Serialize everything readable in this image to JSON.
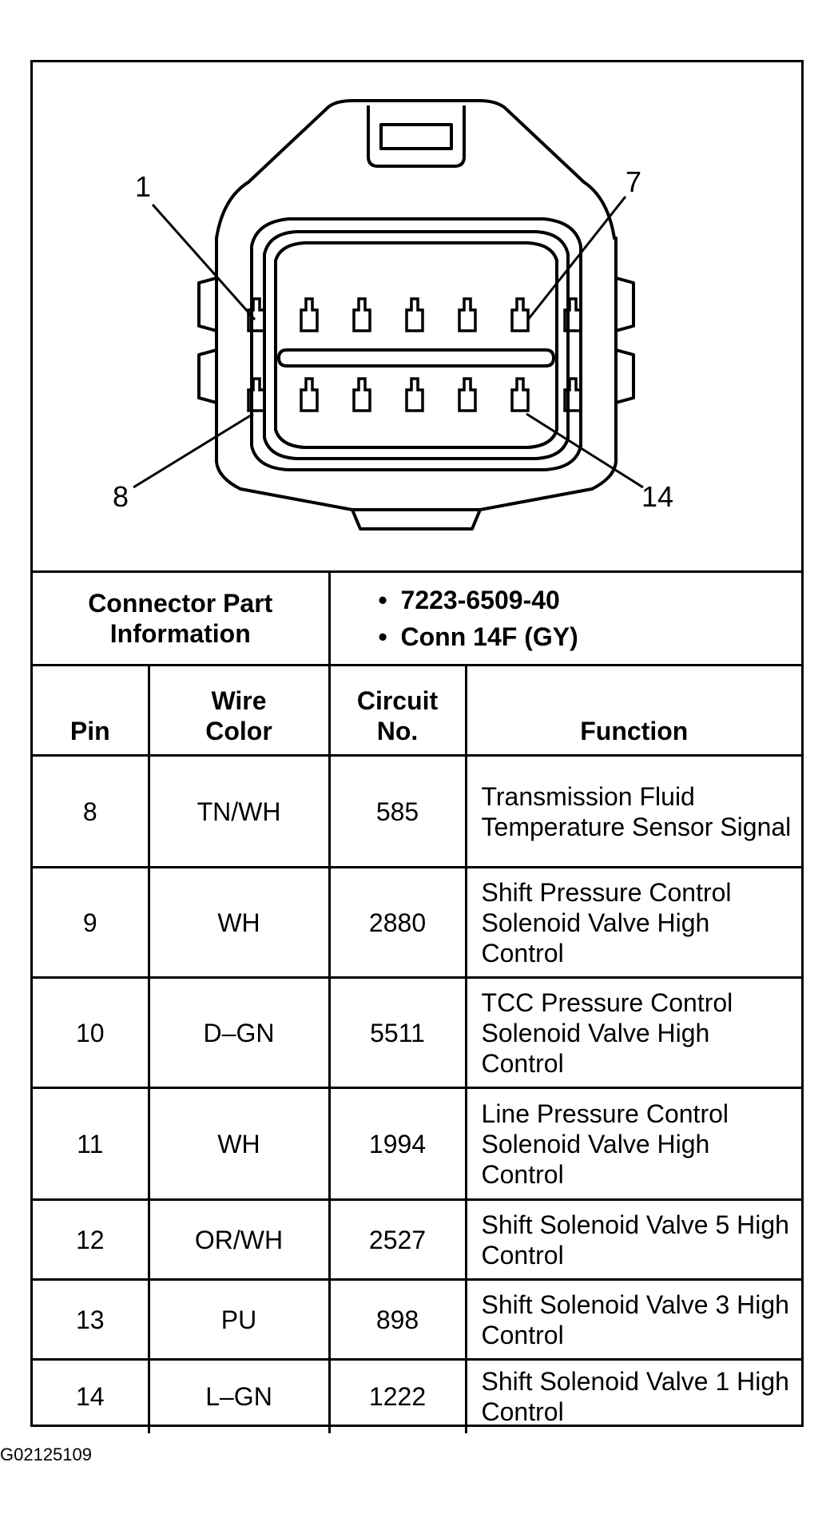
{
  "connector": {
    "callouts": {
      "top_left": "1",
      "top_right": "7",
      "bottom_left": "8",
      "bottom_right": "14"
    },
    "top_row_pin_count": 7,
    "bottom_row_pin_count": 7
  },
  "part_info": {
    "label": "Connector Part Information",
    "items": [
      "7223-6509-40",
      "Conn 14F (GY)"
    ]
  },
  "columns": {
    "pin": "Pin",
    "wire_color": "Wire Color",
    "circuit_no": "Circuit No.",
    "function": "Function"
  },
  "rows": [
    {
      "pin": "8",
      "wire_color": "TN/WH",
      "circuit": "585",
      "function": "Transmission Fluid Temperature Sensor Signal"
    },
    {
      "pin": "9",
      "wire_color": "WH",
      "circuit": "2880",
      "function": "Shift Pressure Control Solenoid Valve High Control"
    },
    {
      "pin": "10",
      "wire_color": "D–GN",
      "circuit": "5511",
      "function": "TCC Pressure Control Solenoid Valve High Control"
    },
    {
      "pin": "11",
      "wire_color": "WH",
      "circuit": "1994",
      "function": "Line Pressure Control Solenoid Valve High Control"
    },
    {
      "pin": "12",
      "wire_color": "OR/WH",
      "circuit": "2527",
      "function": "Shift Solenoid Valve 5 High Control"
    },
    {
      "pin": "13",
      "wire_color": "PU",
      "circuit": "898",
      "function": "Shift Solenoid Valve 3 High Control"
    },
    {
      "pin": "14",
      "wire_color": "L–GN",
      "circuit": "1222",
      "function": "Shift Solenoid Valve 1 High Control"
    }
  ],
  "figure_id": "G02125109"
}
